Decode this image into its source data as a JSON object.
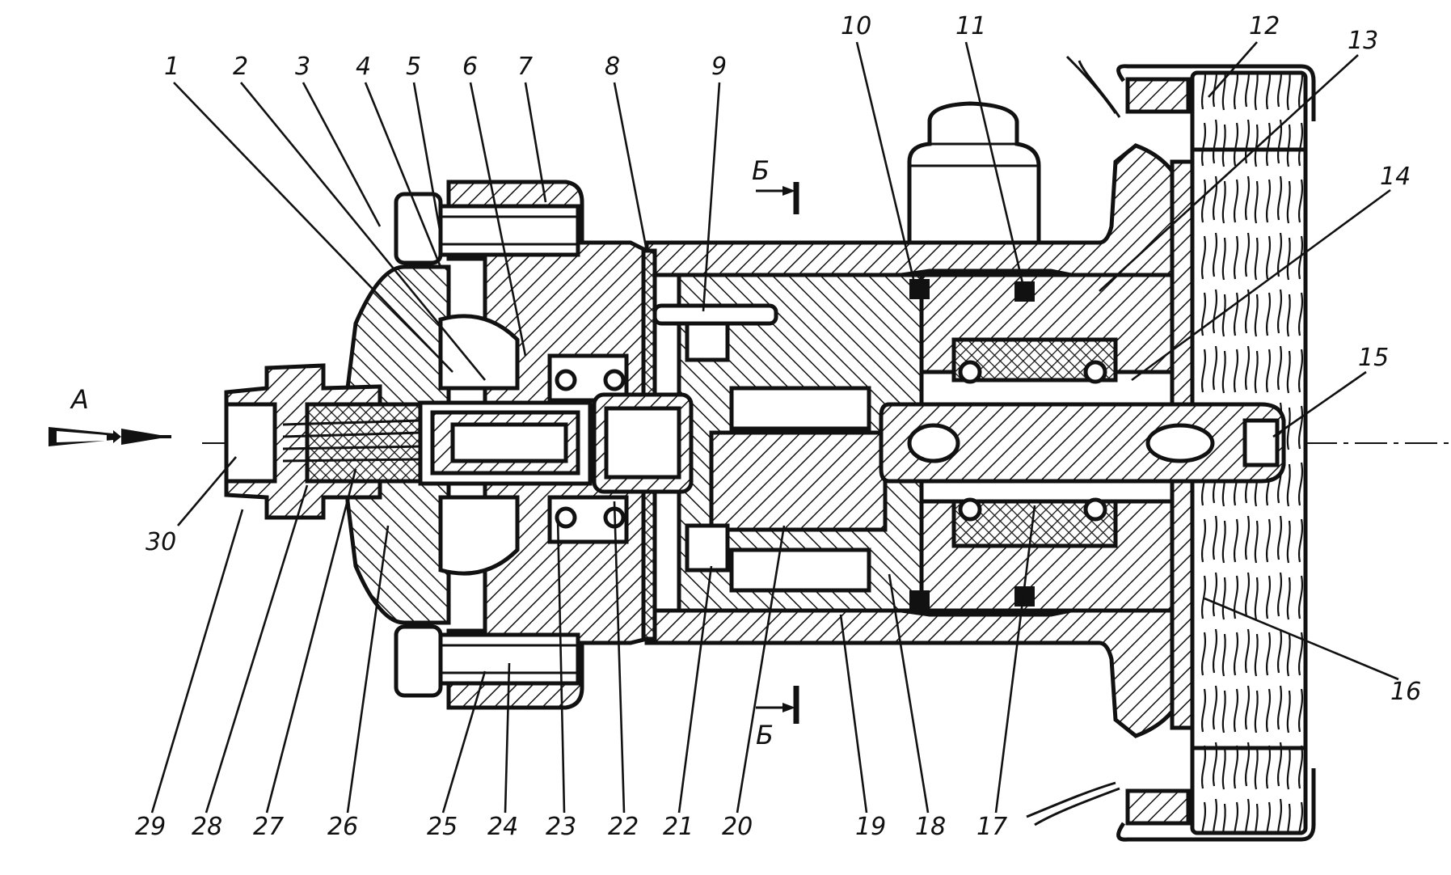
{
  "labels": {
    "l1": "1",
    "l2": "2",
    "l3": "3",
    "l4": "4",
    "l5": "5",
    "l6": "6",
    "l7": "7",
    "l8": "8",
    "l9": "9",
    "l10": "10",
    "l11": "11",
    "l12": "12",
    "l13": "13",
    "l14": "14",
    "l15": "15",
    "l16": "16",
    "l17": "17",
    "l18": "18",
    "l19": "19",
    "l20": "20",
    "l21": "21",
    "l22": "22",
    "l23": "23",
    "l24": "24",
    "l25": "25",
    "l26": "26",
    "l27": "27",
    "l28": "28",
    "l29": "29",
    "l30": "30"
  },
  "view_arrow": "А",
  "section_mark_top": "Б",
  "section_mark_bottom": "Б"
}
